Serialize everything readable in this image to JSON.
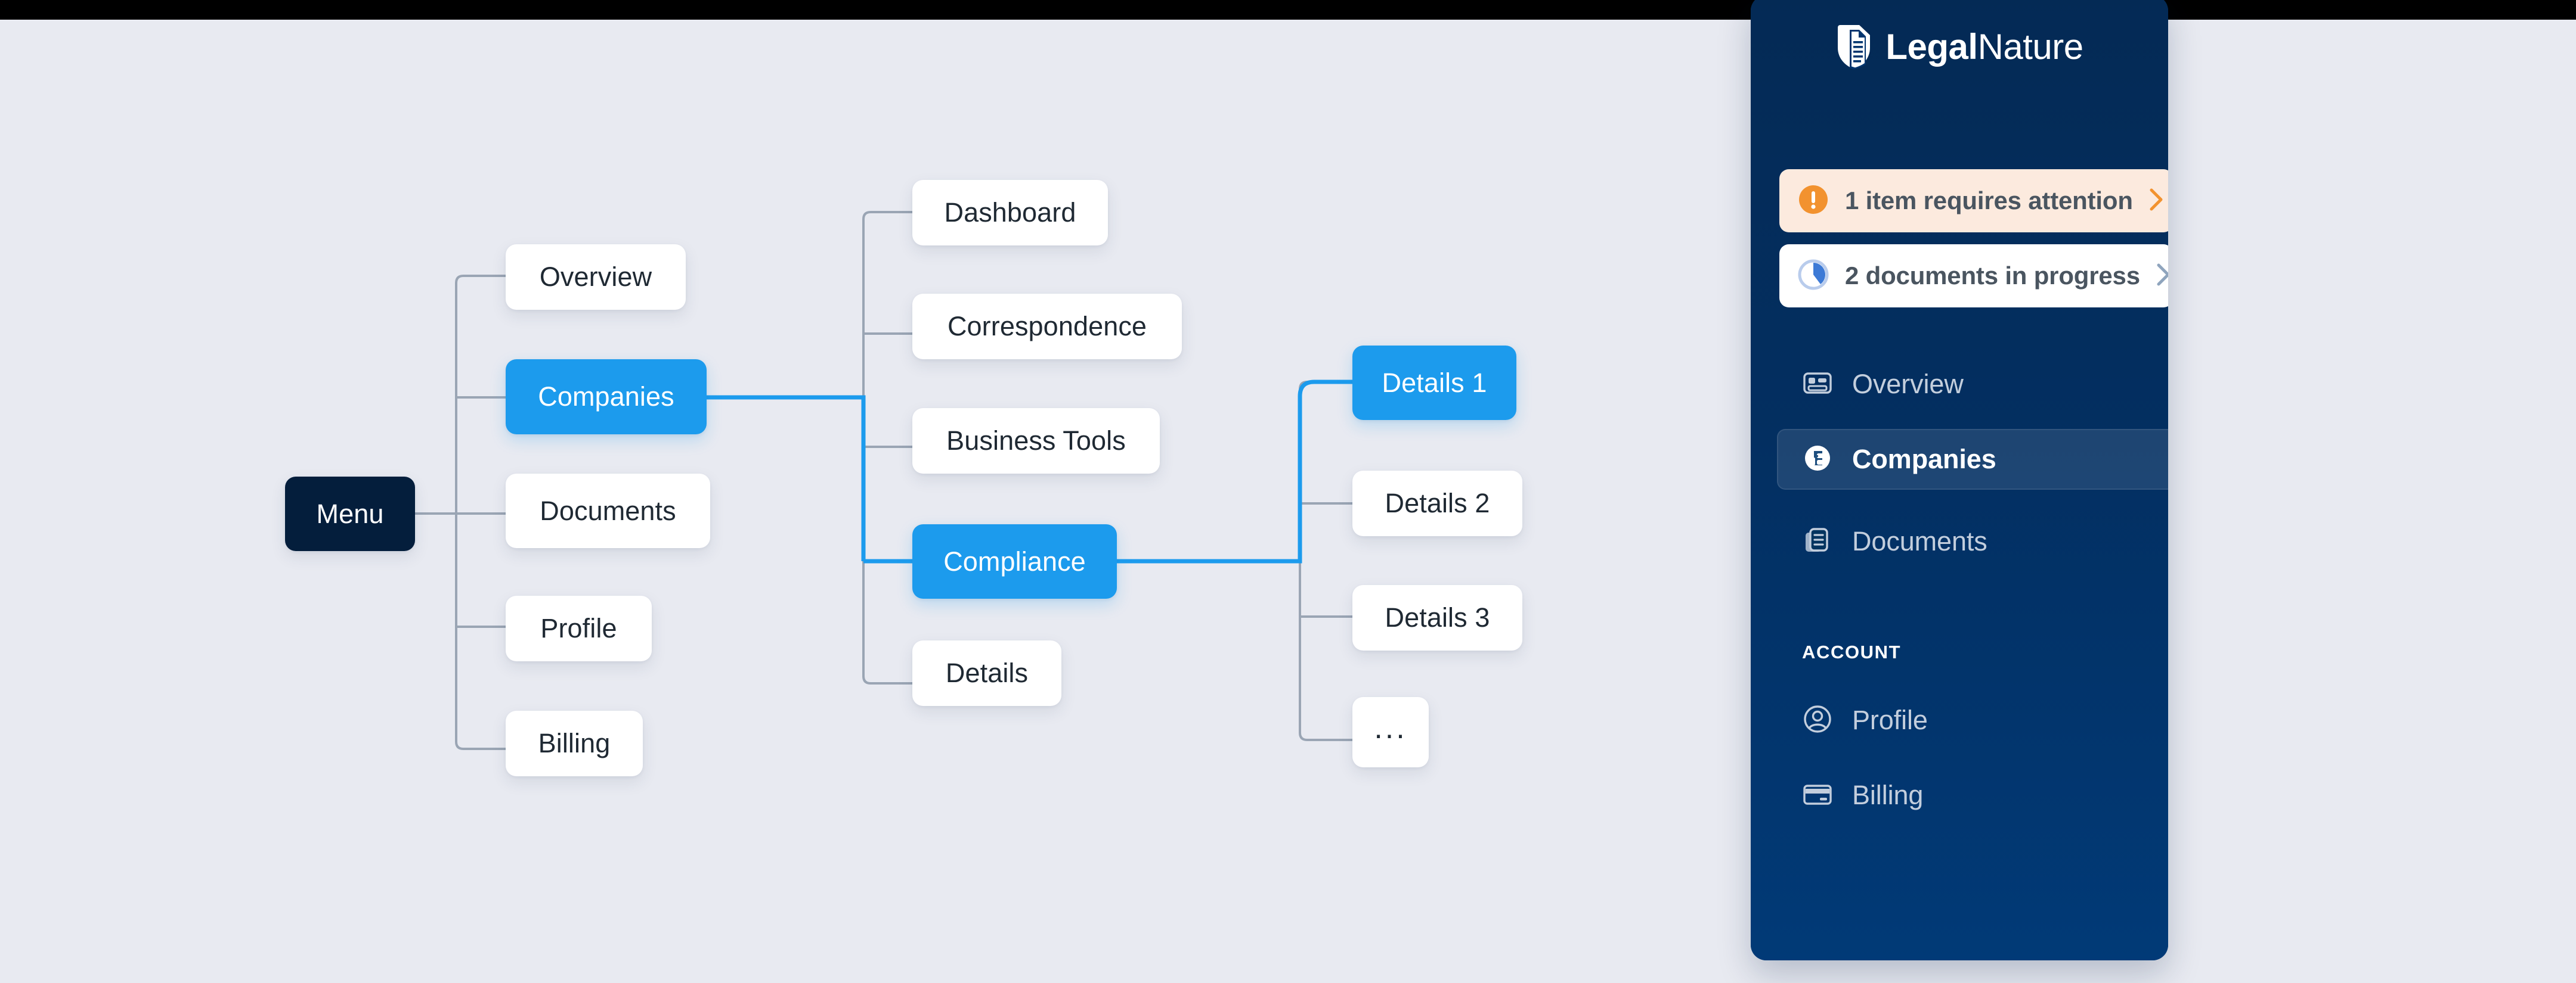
{
  "colors": {
    "canvas_bg": "#e8eaf1",
    "accent_blue": "#1c9bed",
    "root_navy": "#041e3c",
    "sidebar_navy": "#02356f",
    "badge_attention_bg": "#fceade",
    "badge_attention_icon": "#f2922f",
    "badge_progress_icon": "#3d7ad6",
    "connector_gray": "#9aa5b4",
    "card_white": "#ffffff"
  },
  "tree": {
    "root": {
      "label": "Menu"
    },
    "level1": [
      {
        "label": "Overview",
        "state": "default"
      },
      {
        "label": "Companies",
        "state": "active"
      },
      {
        "label": "Documents",
        "state": "default"
      },
      {
        "label": "Profile",
        "state": "default"
      },
      {
        "label": "Billing",
        "state": "default"
      }
    ],
    "level2": [
      {
        "label": "Dashboard",
        "state": "default"
      },
      {
        "label": "Correspondence",
        "state": "default"
      },
      {
        "label": "Business Tools",
        "state": "default"
      },
      {
        "label": "Compliance",
        "state": "active"
      },
      {
        "label": "Details",
        "state": "default"
      }
    ],
    "level3": [
      {
        "label": "Details 1",
        "state": "active"
      },
      {
        "label": "Details 2",
        "state": "default"
      },
      {
        "label": "Details 3",
        "state": "default"
      },
      {
        "label": "...",
        "state": "more"
      }
    ]
  },
  "sidebar": {
    "brand": {
      "bold_part": "Legal",
      "light_part": "Nature",
      "logo_icon": "shield-document-icon"
    },
    "badges": [
      {
        "label": "1 item requires attention",
        "icon": "alert-circle-icon",
        "chevron": "chevron-right-icon"
      },
      {
        "label": "2 documents in progress",
        "icon": "pie-progress-icon",
        "chevron": "chevron-right-icon"
      }
    ],
    "nav_primary": [
      {
        "label": "Overview",
        "icon": "dashboard-card-icon",
        "selected": false
      },
      {
        "label": "Companies",
        "icon": "company-badge-icon",
        "selected": true
      },
      {
        "label": "Documents",
        "icon": "documents-stack-icon",
        "selected": false
      }
    ],
    "account_section_title": "ACCOUNT",
    "nav_account": [
      {
        "label": "Profile",
        "icon": "user-circle-icon",
        "selected": false
      },
      {
        "label": "Billing",
        "icon": "credit-card-icon",
        "selected": false
      }
    ]
  }
}
